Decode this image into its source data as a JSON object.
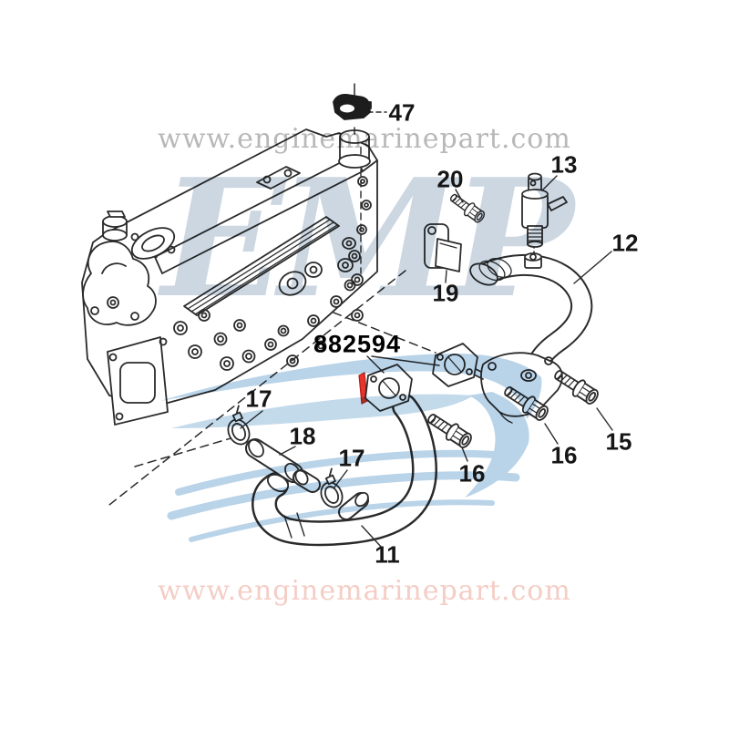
{
  "watermarks": {
    "top_text": "www.enginemarinepart.com",
    "bottom_text": "www.enginemarinepart.com",
    "logo_text": "EMP"
  },
  "highlight": {
    "part_number": "882594"
  },
  "labels": [
    {
      "text": "47"
    },
    {
      "text": "20"
    },
    {
      "text": "13"
    },
    {
      "text": "12"
    },
    {
      "text": "19"
    },
    {
      "text": "17"
    },
    {
      "text": "18"
    },
    {
      "text": "17"
    },
    {
      "text": "16"
    },
    {
      "text": "16"
    },
    {
      "text": "15"
    },
    {
      "text": "11"
    }
  ],
  "colors": {
    "highlight-red": "#e8352b",
    "swoosh-blue": "#b9d3e8",
    "watermark-gray": "#b8b8b8",
    "watermark-pink": "#f4cdc5",
    "line-dark": "#2b2b2b",
    "label-dark": "#161616",
    "logo-blue": "#ccd7e2"
  }
}
